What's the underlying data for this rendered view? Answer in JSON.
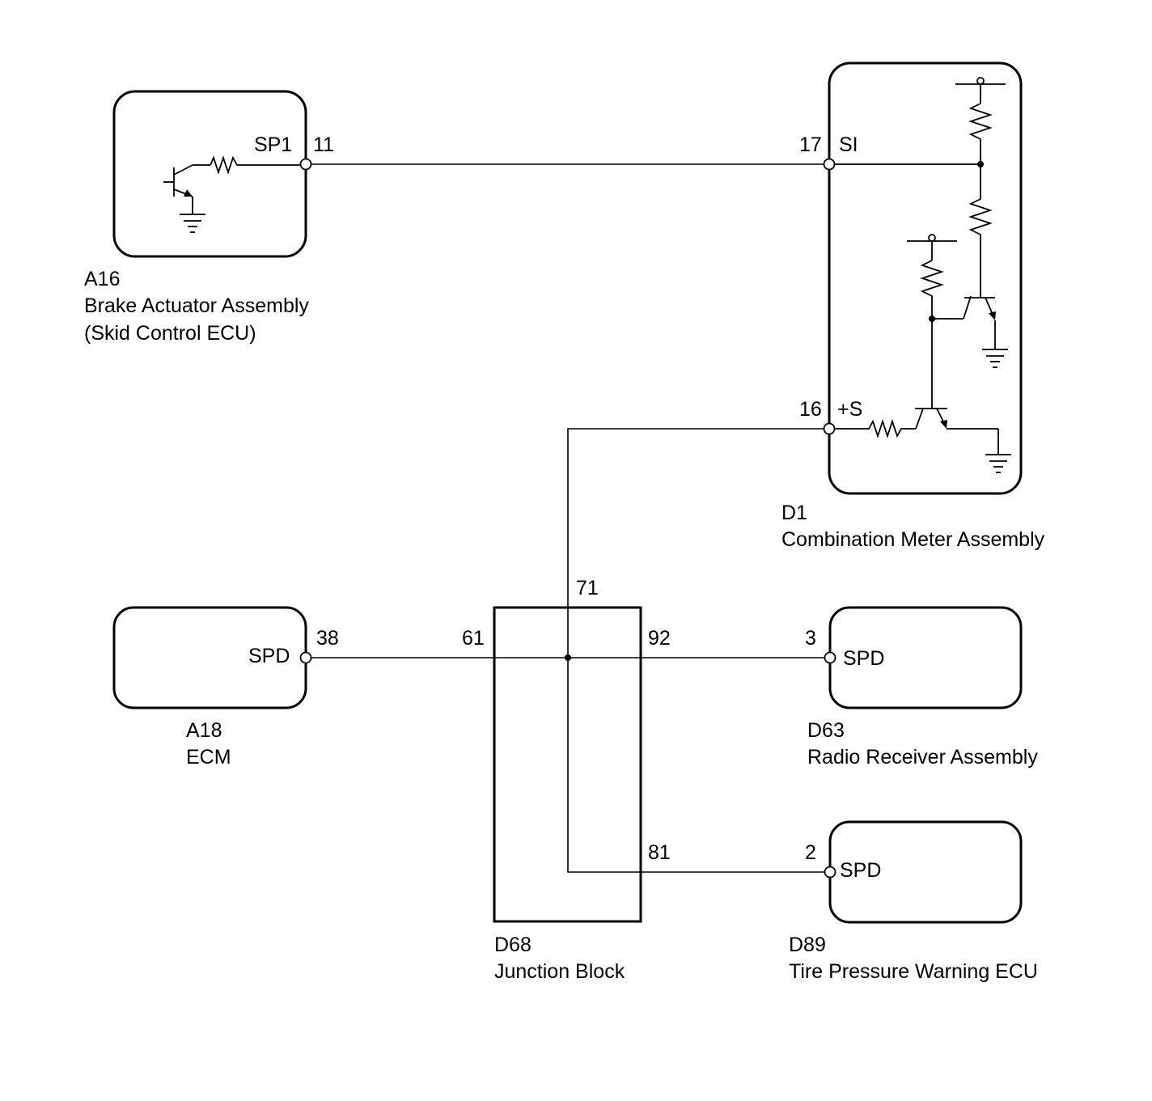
{
  "components": {
    "a16": {
      "code": "A16",
      "name_line1": "Brake Actuator Assembly",
      "name_line2": "(Skid Control ECU)",
      "terminal_label": "SP1",
      "pin": "11"
    },
    "d1": {
      "code": "D1",
      "name": "Combination Meter Assembly",
      "terminal_si_label": "SI",
      "pin_si": "17",
      "terminal_s_label": "+S",
      "pin_s": "16"
    },
    "a18": {
      "code": "A18",
      "name": "ECM",
      "terminal_label": "SPD",
      "pin": "38"
    },
    "d68": {
      "code": "D68",
      "name": "Junction Block",
      "pin_top": "71",
      "pin_left": "61",
      "pin_right_upper": "92",
      "pin_right_lower": "81"
    },
    "d63": {
      "code": "D63",
      "name": "Radio Receiver Assembly",
      "terminal_label": "SPD",
      "pin": "3"
    },
    "d89": {
      "code": "D89",
      "name": "Tire Pressure Warning ECU",
      "terminal_label": "SPD",
      "pin": "2"
    }
  }
}
